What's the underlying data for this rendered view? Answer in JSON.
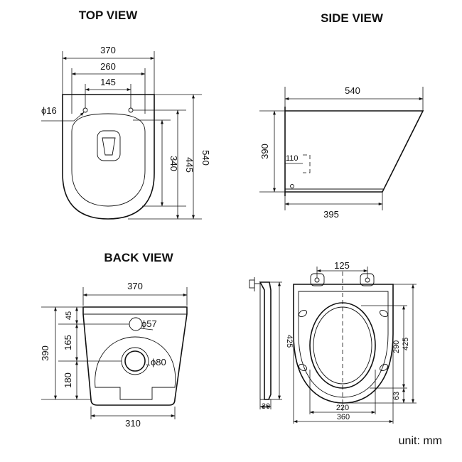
{
  "titles": {
    "top": "TOP VIEW",
    "side": "SIDE VIEW",
    "back": "BACK VIEW"
  },
  "unit_label": "unit: mm",
  "top_view": {
    "width_outer": "370",
    "width_mid": "260",
    "width_inner": "145",
    "hole_diameter": "ϕ16",
    "depth_inner": "340",
    "depth_mid": "445",
    "depth_outer": "540"
  },
  "side_view": {
    "length_top": "540",
    "height": "390",
    "outlet_height": "110",
    "length_bottom": "395"
  },
  "back_view": {
    "width_top": "370",
    "width_bottom": "310",
    "height_total": "390",
    "seg_top": "45",
    "seg_mid": "165",
    "seg_bottom": "180",
    "inlet_diameter": "ϕ57",
    "outlet_diameter": "ϕ80"
  },
  "seat_view": {
    "hinge_spacing": "125",
    "side_height": "425",
    "ring_height": "290",
    "overall_height": "425",
    "bottom_offset": "63",
    "ring_width": "220",
    "overall_width": "360",
    "thickness": "30"
  }
}
